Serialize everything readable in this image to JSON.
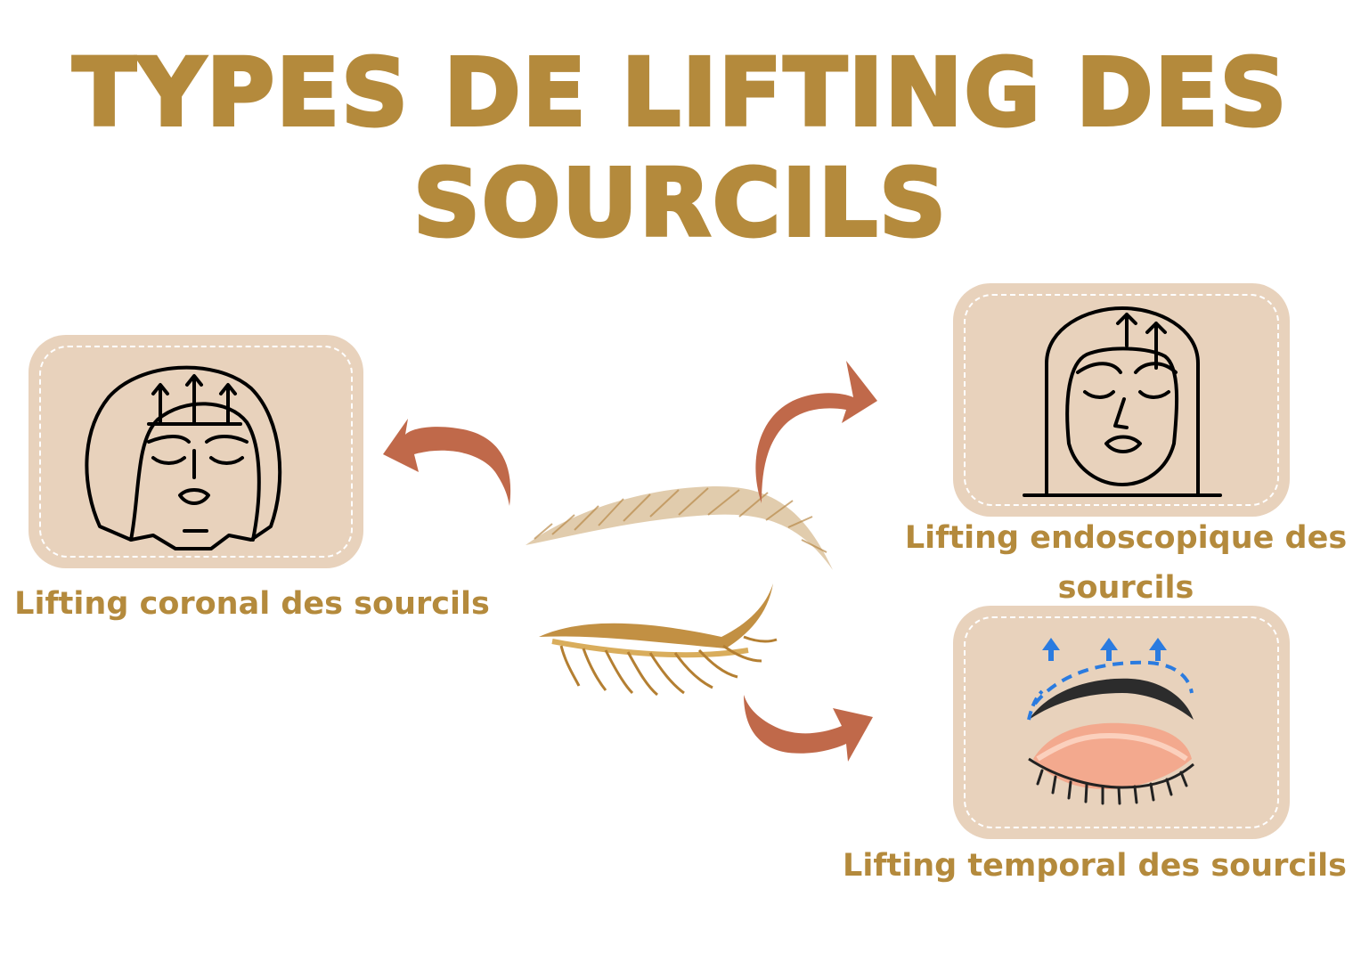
{
  "title": {
    "line1": "TYPES DE LIFTING DES",
    "line2": "SOURCILS"
  },
  "items": [
    {
      "label": "Lifting coronal des sourcils",
      "icon": "coronal-face-icon"
    },
    {
      "label": "Lifting endoscopique des sourcils",
      "icon": "endoscopic-face-icon"
    },
    {
      "label": "Lifting temporal des sourcils",
      "icon": "temporal-eyebrow-icon"
    }
  ],
  "colors": {
    "title": "#b48a3c",
    "card": "#e8d2bc",
    "arrow": "#c0694a",
    "highlight_arrow": "#2a7be0"
  }
}
